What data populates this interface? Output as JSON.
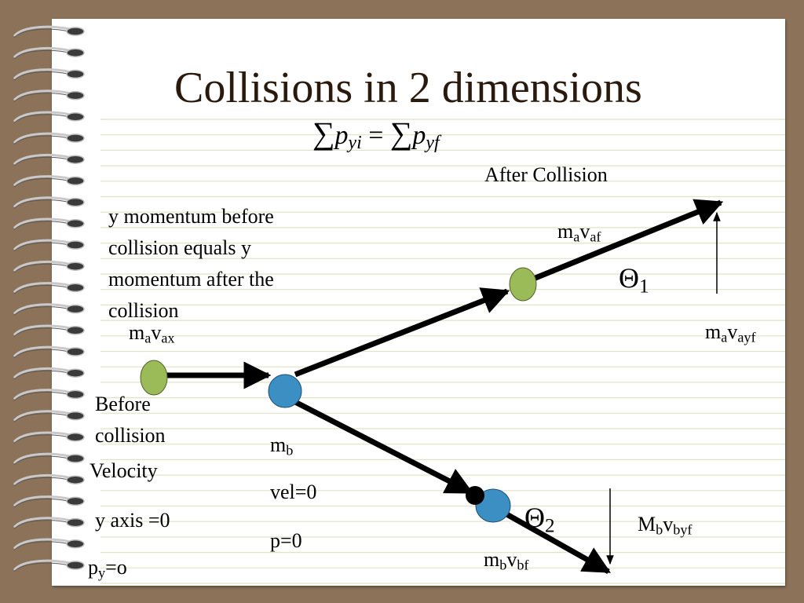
{
  "slide": {
    "title": "Collisions in 2 dimensions",
    "equation": {
      "lhs_symbol": "∑",
      "lhs_var": "p",
      "lhs_sub": "yi",
      "equals": "=",
      "rhs_symbol": "∑",
      "rhs_var": "p",
      "rhs_sub": "yf"
    },
    "after_collision": "After Collision",
    "description": "y momentum before collision equals y momentum after the collision",
    "labels": {
      "mava_ax": {
        "base": "m",
        "sub1": "a",
        "mid": "v",
        "sub2": "ax"
      },
      "mava_af": {
        "base": "m",
        "sub1": "a",
        "mid": "v",
        "sub2": "af"
      },
      "mava_ayf": {
        "base": "m",
        "sub1": "a",
        "mid": "v",
        "sub2": "ayf"
      },
      "theta1": {
        "sym": "Θ",
        "sub": "1"
      },
      "theta2": {
        "sym": "Θ",
        "sub": "2"
      },
      "mb": {
        "base": "m",
        "sub": "b"
      },
      "vel0": "vel=0",
      "p0": "p=0",
      "mbvbf": {
        "base": "m",
        "sub1": "b",
        "mid": "v",
        "sub2": "bf"
      },
      "Mbvbyf": {
        "base": "M",
        "sub1": "b",
        "mid": "v",
        "sub2": "byf"
      }
    },
    "before": {
      "line1": "Before",
      "line2": "collision",
      "line3": "Velocity",
      "line4": "y axis =0",
      "py_base": "p",
      "py_sub": "y",
      "py_rest": "=o"
    }
  },
  "colors": {
    "border": "#8b7259",
    "paper": "#ffffff",
    "rule": "#e2e2c8",
    "title": "#2a1a0e",
    "green_ball": "#9bbb59",
    "blue_ball": "#3c8fc3",
    "arrow": "#000000"
  }
}
